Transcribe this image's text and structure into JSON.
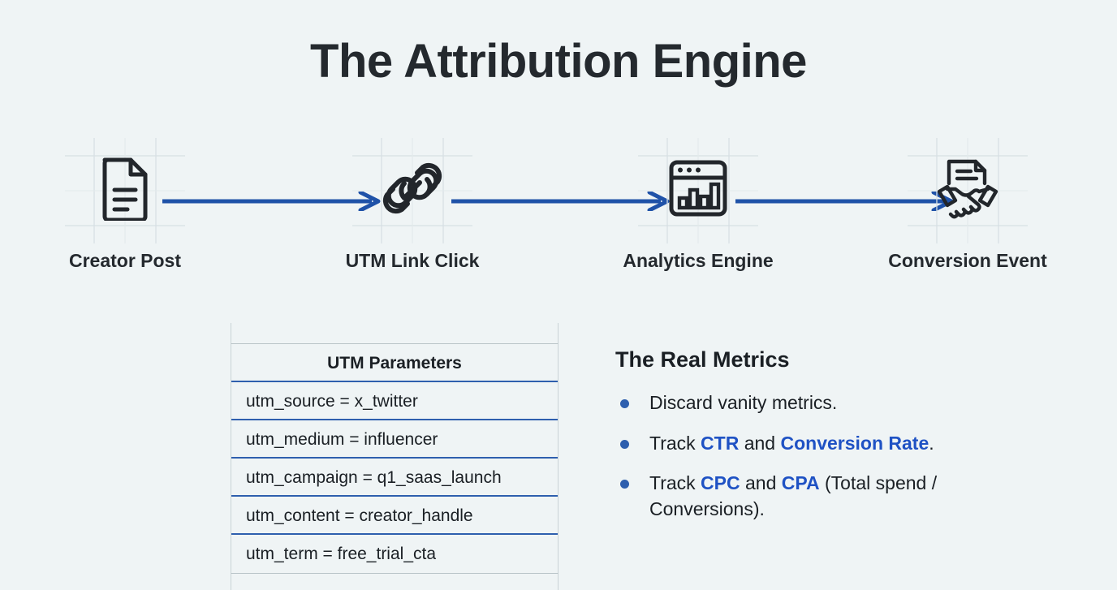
{
  "title": "The Attribution Engine",
  "colors": {
    "background": "#eff4f5",
    "ink": "#24292e",
    "accent_blue": "#1f52a8",
    "keyword_blue": "#1f52c4",
    "rule_blue": "#2e5fae"
  },
  "flow": {
    "nodes": [
      {
        "label": "Creator Post",
        "icon": "document-icon"
      },
      {
        "label": "UTM Link Click",
        "icon": "link-chain-icon"
      },
      {
        "label": "Analytics Engine",
        "icon": "analytics-window-icon"
      },
      {
        "label": "Conversion Event",
        "icon": "handshake-document-icon"
      }
    ],
    "connector_icon": "arrow-right-icon",
    "connector_count": 3
  },
  "utm_table": {
    "header": "UTM Parameters",
    "rows": [
      "utm_source = x_twitter",
      "utm_medium = influencer",
      "utm_campaign = q1_saas_launch",
      "utm_content = creator_handle",
      "utm_term = free_trial_cta"
    ]
  },
  "metrics": {
    "title": "The Real Metrics",
    "bullets": [
      {
        "segments": [
          {
            "text": "Discard vanity metrics.",
            "emphasis": false
          }
        ]
      },
      {
        "segments": [
          {
            "text": "Track ",
            "emphasis": false
          },
          {
            "text": "CTR",
            "emphasis": true
          },
          {
            "text": " and ",
            "emphasis": false
          },
          {
            "text": "Conversion Rate",
            "emphasis": true
          },
          {
            "text": ".",
            "emphasis": false
          }
        ]
      },
      {
        "segments": [
          {
            "text": "Track ",
            "emphasis": false
          },
          {
            "text": "CPC",
            "emphasis": true
          },
          {
            "text": " and ",
            "emphasis": false
          },
          {
            "text": "CPA",
            "emphasis": true
          },
          {
            "text": " (Total spend / Conversions).",
            "emphasis": false
          }
        ]
      }
    ]
  }
}
